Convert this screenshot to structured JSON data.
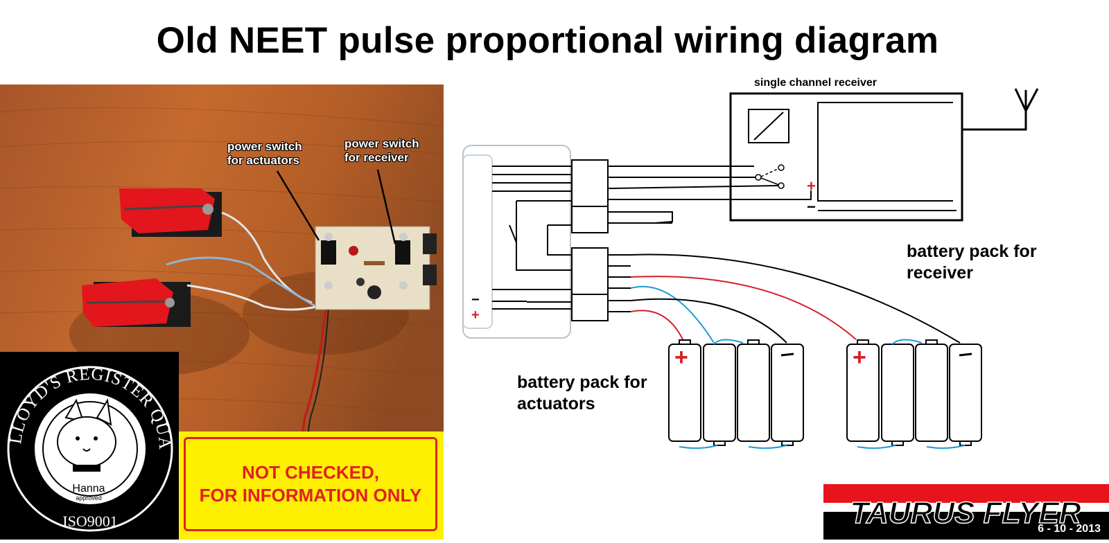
{
  "title": "Old NEET pulse proportional wiring diagram",
  "photo": {
    "label_actuators_switch": [
      "power switch",
      "for actuators"
    ],
    "label_receiver_switch": [
      "power switch",
      "for receiver"
    ]
  },
  "logo": {
    "ring_text": "LLOYD'S REGISTER QUALITY ASSURANCE",
    "bottom_text": "ISO9001",
    "name": "Hanna",
    "sub": "approved"
  },
  "warning": {
    "line1": "NOT CHECKED,",
    "line2": "FOR INFORMATION ONLY"
  },
  "diagram": {
    "receiver_label": "single channel receiver",
    "plus": "+",
    "minus": "−",
    "receiver_pack_label": [
      "battery pack for",
      "receiver"
    ],
    "actuator_pack_label": [
      "battery pack for",
      "actuators"
    ]
  },
  "brand": {
    "name": "TAURUS FLYER",
    "date": "6 - 10 - 2013"
  },
  "colors": {
    "red_wire": "#d42027",
    "blue_wire": "#1e9ad6",
    "warning_bg": "#ffef00",
    "warning_text": "#e02020",
    "brand_red": "#e8141c"
  }
}
